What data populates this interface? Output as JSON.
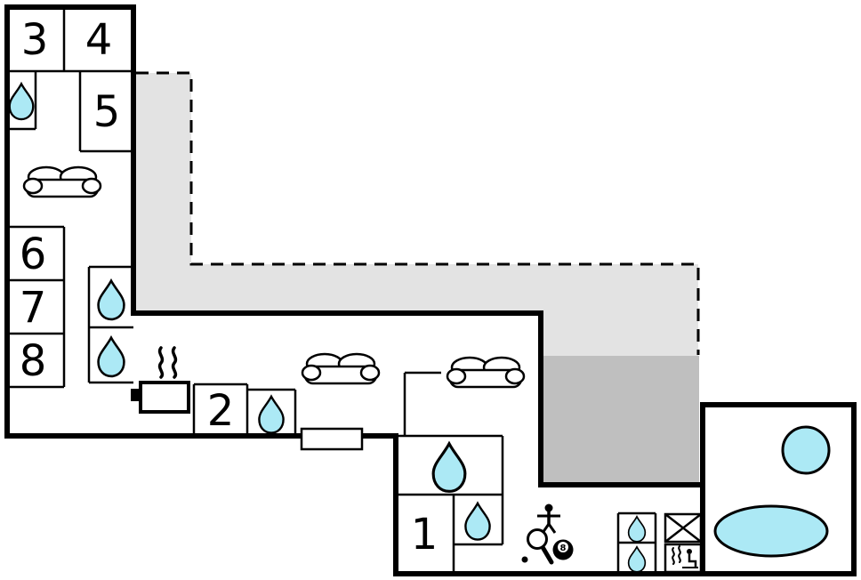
{
  "rooms": {
    "r1": "1",
    "r2": "2",
    "r3": "3",
    "r4": "4",
    "r5": "5",
    "r6": "6",
    "r7": "7",
    "r8": "8"
  },
  "labels": {
    "eight_ball": "8"
  },
  "colors": {
    "water": "#ace9f5",
    "terrace_upper": "#e3e3e3",
    "terrace_lower": "#bfbfbf",
    "wall": "#000000",
    "background": "#ffffff"
  },
  "icons": {
    "water_drop": "teardrop - water point / bathroom",
    "sofa": "top-view sofa",
    "fireplace": "stove with smoke squiggles",
    "table_tennis": "paddle and ball",
    "billiards": "eight ball",
    "foosball": "table-football player figure",
    "sauna": "seated person with steam",
    "oval_pool": "large cyan oval pool",
    "round_tub": "cyan circular tub",
    "x_box": "box crossed with X"
  }
}
